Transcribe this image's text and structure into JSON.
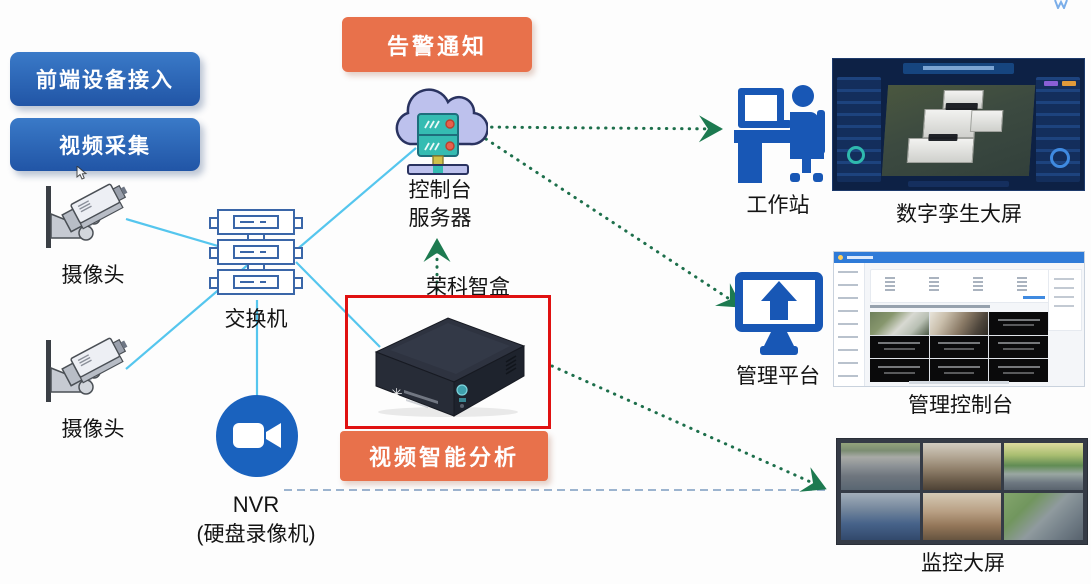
{
  "banners": {
    "device_access": "前端设备接入",
    "video_capture": "视频采集"
  },
  "badges": {
    "alarm": "告警通知",
    "analysis": "视频智能分析"
  },
  "nodes": {
    "camera1": {
      "label": "摄像头"
    },
    "camera2": {
      "label": "摄像头"
    },
    "switch": {
      "label": "交换机"
    },
    "nvr": {
      "label_line1": "NVR",
      "label_line2": "(硬盘录像机)"
    },
    "console_server": {
      "label_line1": "控制台",
      "label_line2": "服务器"
    },
    "smart_box": {
      "label": "荣科智盒"
    },
    "workstation": {
      "label": "工作站"
    },
    "mgmt_platform": {
      "label": "管理平台"
    }
  },
  "screens": {
    "digital_twin": {
      "label": "数字孪生大屏"
    },
    "mgmt_console": {
      "label": "管理控制台"
    },
    "monitor_wall": {
      "label": "监控大屏"
    }
  },
  "colors": {
    "banner_blue": "#2a67b2",
    "badge_orange": "#e8714b",
    "line_cyan": "#55c6ee",
    "dotted_green": "#1d6f4b",
    "dashed_steel": "#7c9cc0",
    "highlight_red": "#e01111",
    "icon_blue": "#1857b5"
  }
}
